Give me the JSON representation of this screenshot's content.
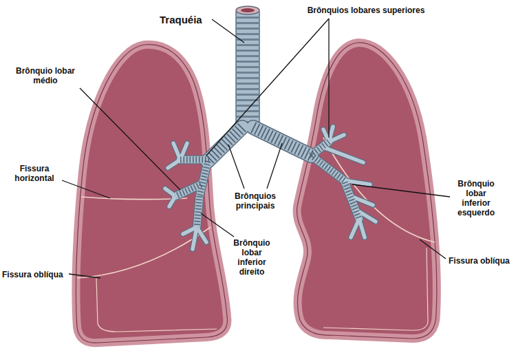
{
  "diagram": {
    "labels": [
      "Traquéia",
      "Brônquios lobares superiores",
      "Brônquio lobar médio",
      "Fissura horizontal",
      "Brônquio lobar inferior esquerdo",
      "Brônquios principais",
      "Brônquio lobar inferior direito",
      "Fissura oblíqua",
      "Fissura oblíqua"
    ]
  }
}
